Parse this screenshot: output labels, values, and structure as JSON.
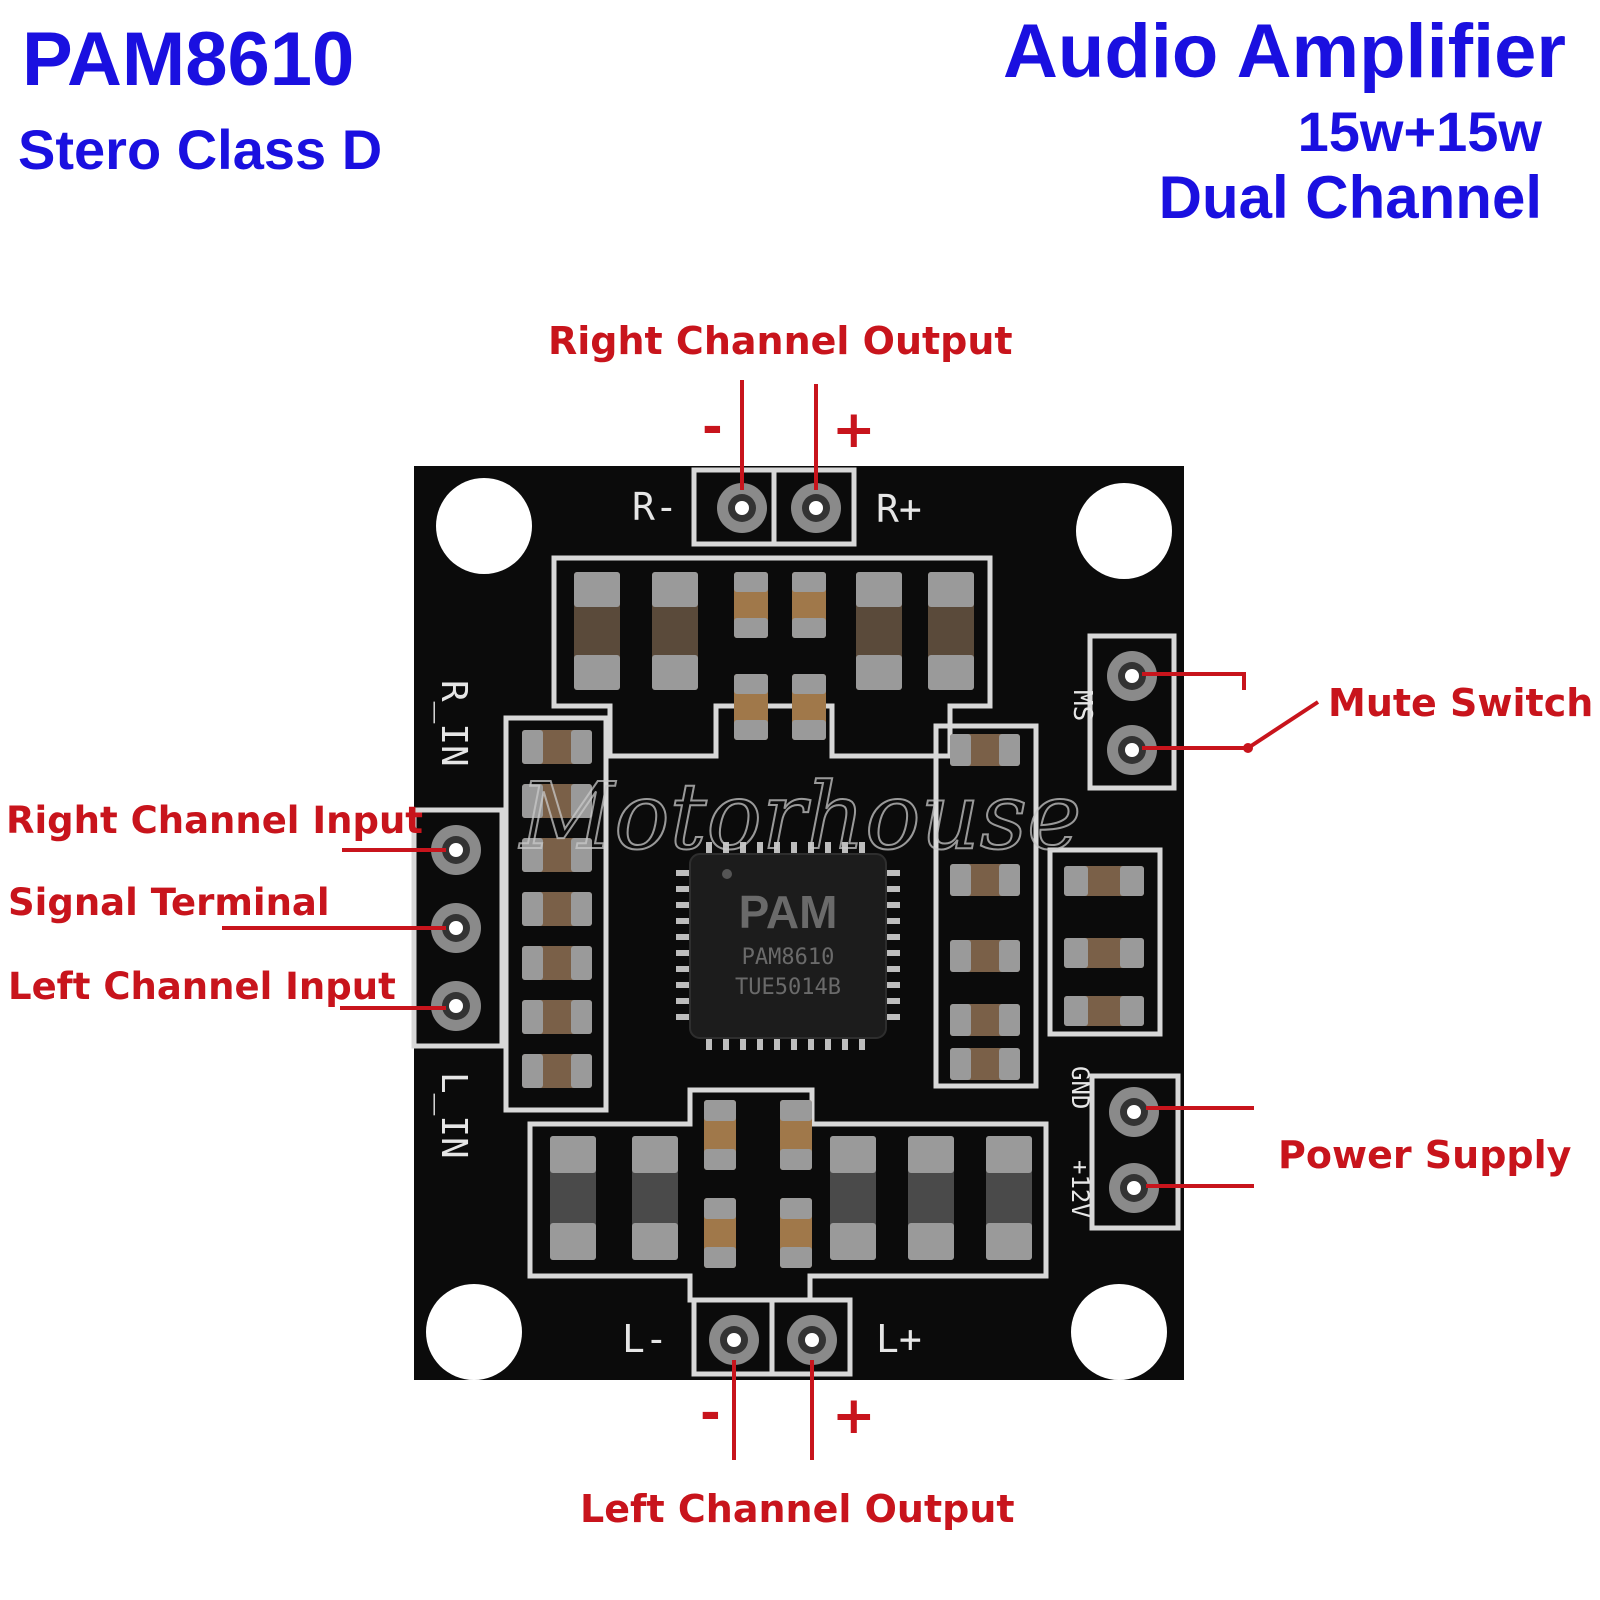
{
  "header": {
    "model": "PAM8610",
    "subtitle": "Stero Class D",
    "product_type": "Audio Amplifier",
    "power": "15w+15w",
    "channels": "Dual Channel"
  },
  "labels": {
    "right_channel_output": "Right Channel Output",
    "left_channel_output": "Left Channel Output",
    "right_channel_input": "Right Channel Input",
    "signal_terminal": "Signal Terminal",
    "left_channel_input": "Left Channel Input",
    "mute_switch": "Mute Switch",
    "power_supply": "Power Supply",
    "minus": "-",
    "plus": "+"
  },
  "board": {
    "silkscreen": {
      "r_minus": "R-",
      "r_plus": "R+",
      "l_minus": "L-",
      "l_plus": "L+",
      "r_in": "R_IN",
      "l_in": "L_IN",
      "mute": "MS",
      "gnd": "GND",
      "vin": "+12V"
    },
    "chip": {
      "brand": "PAM",
      "part": "PAM8610",
      "code": "TUE5014B"
    },
    "watermark": "Motorhouse"
  },
  "colors": {
    "header_blue": "#1a10e0",
    "label_red": "#c8141c",
    "pcb": "#0c0c0c",
    "silk": "#e8e8e8"
  }
}
